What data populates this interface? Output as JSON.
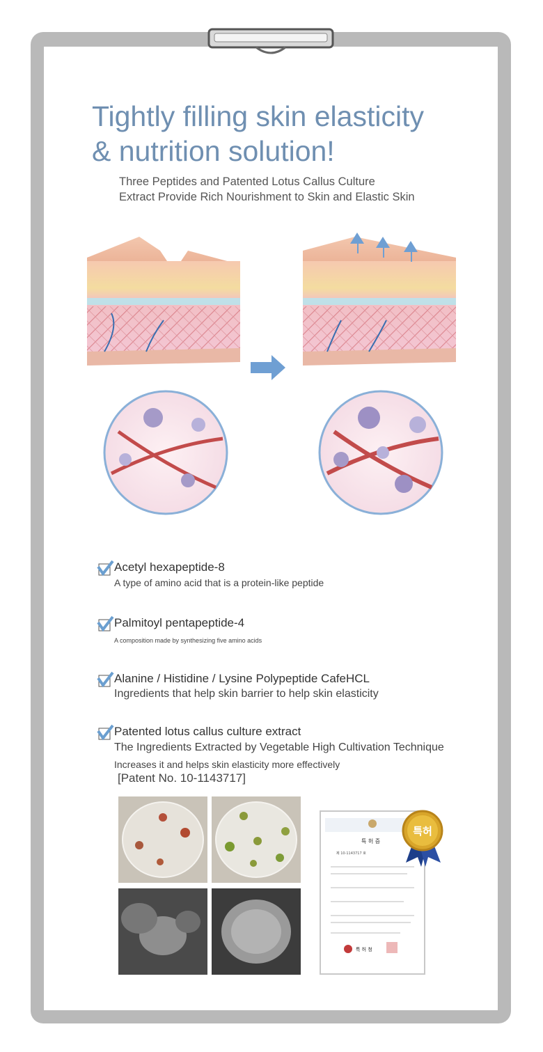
{
  "title": {
    "line1": "Tightly filling skin elasticity",
    "line2": "& nutrition solution!"
  },
  "subtitle": {
    "line1": "Three Peptides and Patented Lotus Callus Culture",
    "line2": "Extract Provide Rich Nourishment to Skin and Elastic Skin"
  },
  "features": [
    {
      "name": "Acetyl hexapeptide-8",
      "desc": "A type of amino acid that is a protein-like peptide"
    },
    {
      "name": "Palmitoyl pentapeptide-4",
      "desc": "A composition made by synthesizing five amino acids"
    },
    {
      "name": "Alanine / Histidine / Lysine Polypeptide CafeHCL",
      "desc": "Ingredients that help skin barrier to help skin elasticity"
    },
    {
      "name": "Patented lotus callus culture extract",
      "desc": "The Ingredients Extracted by Vegetable High Cultivation Technique",
      "desc2": "Increases it and helps skin elasticity more effectively"
    }
  ],
  "patent_number": "[Patent No. 10-1143717]",
  "seal_badge": "특허",
  "certificate": {
    "heading": "특 허 증",
    "number": "제 10-1143717 호",
    "issuer": "특 허 청"
  },
  "colors": {
    "title": "#6f8fb1",
    "check": "#6b9fd0",
    "frame": "#b9b9b9",
    "arrow": "#6f9fd3"
  }
}
